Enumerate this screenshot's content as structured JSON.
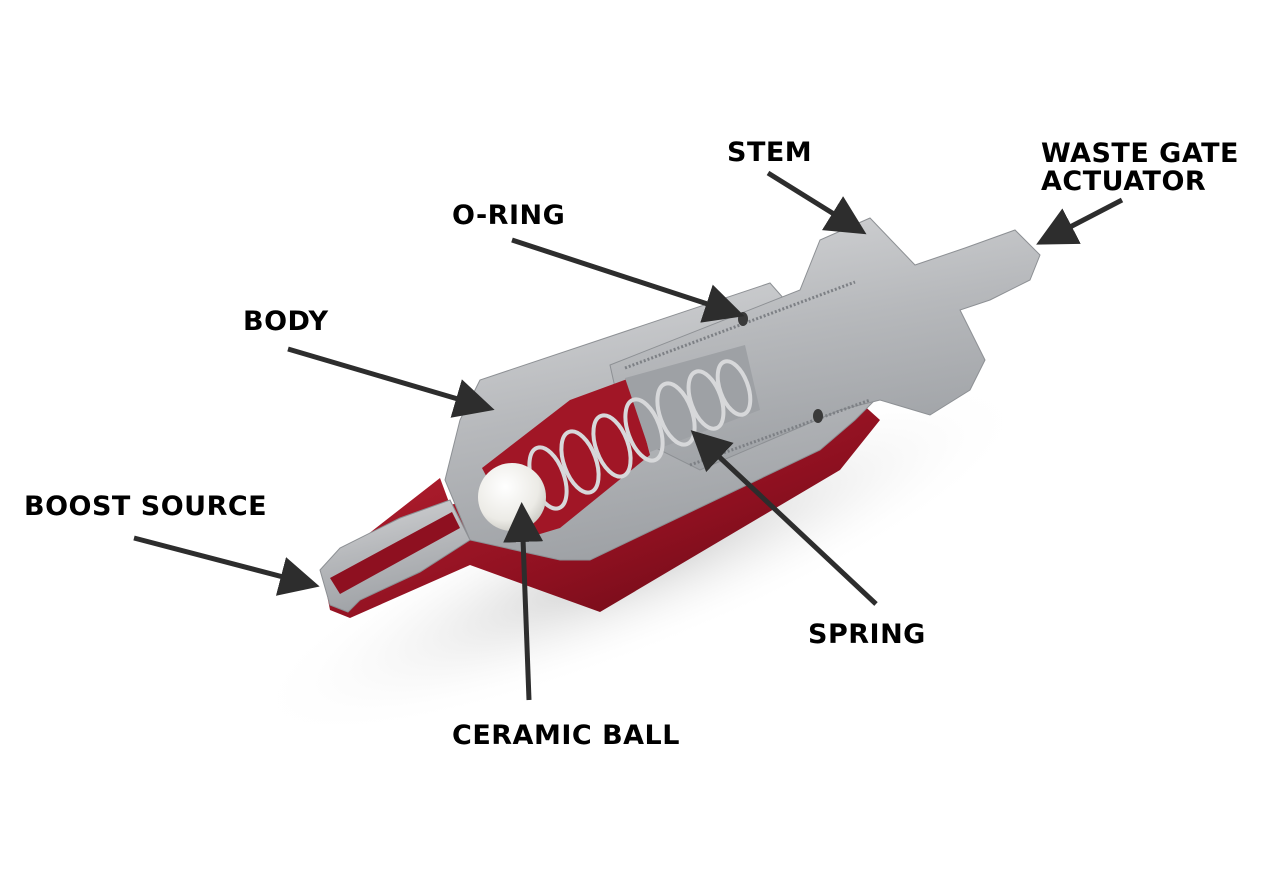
{
  "labels": {
    "body": "BODY",
    "o_ring": "O-RING",
    "stem": "STEM",
    "waste_gate_line1": "WASTE GATE",
    "waste_gate_line2": "ACTUATOR",
    "boost_source": "BOOST SOURCE",
    "spring": "SPRING",
    "ceramic_ball": "CERAMIC BALL"
  },
  "colors": {
    "background": "#ffffff",
    "metal": "#b9bbbe",
    "anodized_red": "#9c1424",
    "arrow": "#2d2d2d",
    "ceramic_ball": "#f4f4f0"
  }
}
